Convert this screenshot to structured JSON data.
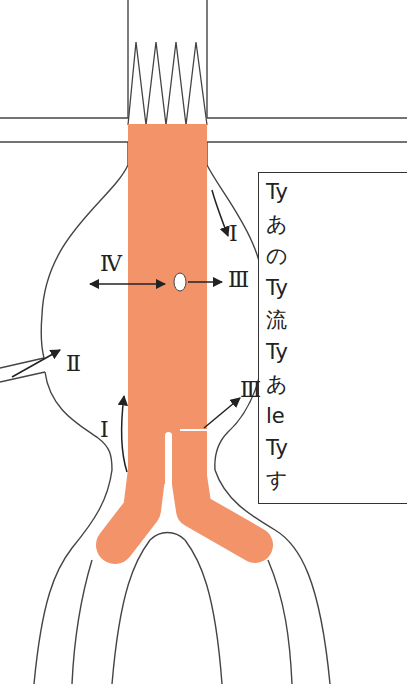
{
  "diagram": {
    "nodes": [
      {
        "text": [
          "Ty あ の Ty 流 Ty あ le Ty す"
        ]
      }
    ],
    "labels": [
      "Ⅰ",
      "Ⅳ",
      "Ⅲ",
      "Ⅱ",
      "Ⅲ",
      "Ⅰ"
    ]
  }
}
